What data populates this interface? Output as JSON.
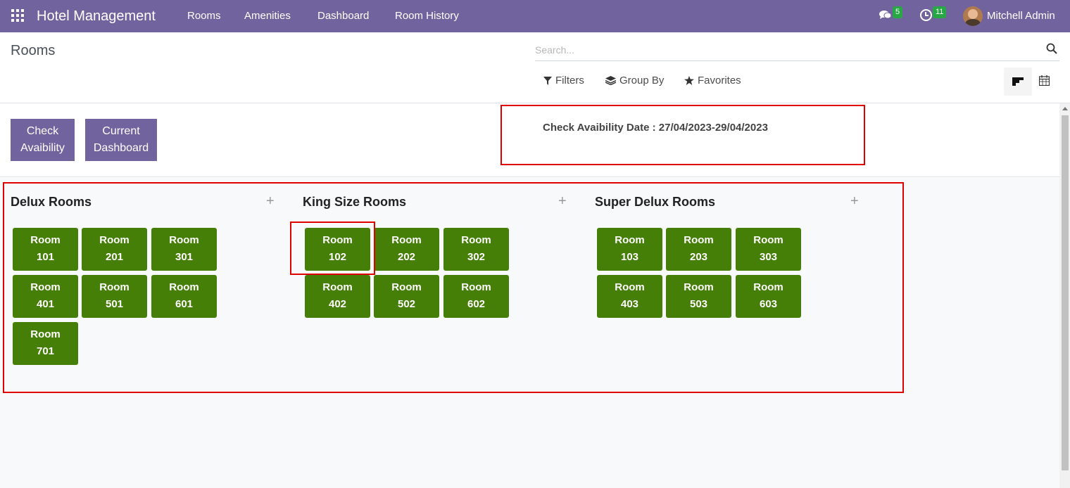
{
  "navbar": {
    "brand": "Hotel Management",
    "menu": [
      "Rooms",
      "Amenities",
      "Dashboard",
      "Room History"
    ],
    "messages_count": "5",
    "activities_count": "11",
    "user_name": "Mitchell Admin"
  },
  "control_panel": {
    "title": "Rooms",
    "search_placeholder": "Search...",
    "filters_label": "Filters",
    "groupby_label": "Group By",
    "favorites_label": "Favorites"
  },
  "header": {
    "check_availability_line1": "Check",
    "check_availability_line2": "Avaibility",
    "current_dashboard_line1": "Current",
    "current_dashboard_line2": "Dashboard",
    "availability_date_text": "Check Avaibility Date : 27/04/2023-29/04/2023"
  },
  "columns": [
    {
      "title": "Delux Rooms",
      "rooms": [
        {
          "line1": "Room",
          "line2": "101"
        },
        {
          "line1": "Room",
          "line2": "201"
        },
        {
          "line1": "Room",
          "line2": "301"
        },
        {
          "line1": "Room",
          "line2": "401"
        },
        {
          "line1": "Room",
          "line2": "501"
        },
        {
          "line1": "Room",
          "line2": "601"
        },
        {
          "line1": "Room",
          "line2": "701"
        }
      ]
    },
    {
      "title": "King Size Rooms",
      "rooms": [
        {
          "line1": "Room",
          "line2": "102"
        },
        {
          "line1": "Room",
          "line2": "202"
        },
        {
          "line1": "Room",
          "line2": "302"
        },
        {
          "line1": "Room",
          "line2": "402"
        },
        {
          "line1": "Room",
          "line2": "502"
        },
        {
          "line1": "Room",
          "line2": "602"
        }
      ]
    },
    {
      "title": "Super Delux Rooms",
      "rooms": [
        {
          "line1": "Room",
          "line2": "103"
        },
        {
          "line1": "Room",
          "line2": "203"
        },
        {
          "line1": "Room",
          "line2": "303"
        },
        {
          "line1": "Room",
          "line2": "403"
        },
        {
          "line1": "Room",
          "line2": "503"
        },
        {
          "line1": "Room",
          "line2": "603"
        }
      ]
    }
  ],
  "colors": {
    "navbar": "#71639e",
    "room_tile": "#467f07",
    "highlight": "#e00000",
    "badge": "#28a745"
  }
}
